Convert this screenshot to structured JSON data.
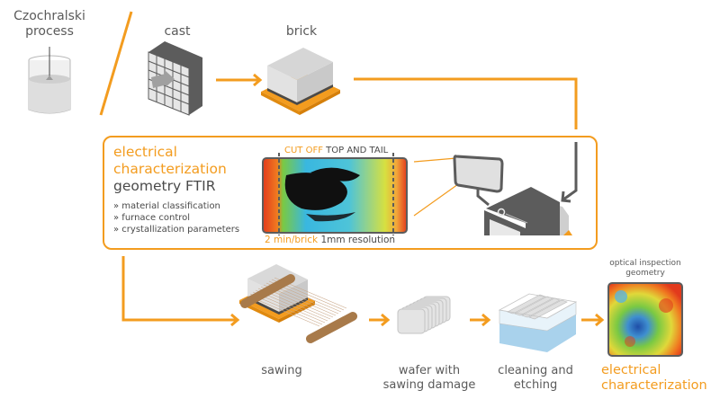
{
  "diagram_title": "",
  "colors": {
    "accent": "#f39c1f",
    "text_gray": "#5a5a5a",
    "dark_gray": "#5c5c5c",
    "light_gray": "#dcdcdc",
    "wood": "#a87a4a",
    "water": "#a9d2ec"
  },
  "stages": {
    "czochralski": {
      "line1": "Czochralski",
      "line2": "process",
      "icon": "crucible-icon"
    },
    "cast": {
      "label": "cast",
      "icon": "cast-block-icon"
    },
    "brick": {
      "label": "brick",
      "icon": "brick-icon"
    },
    "sawing": {
      "label": "sawing",
      "icon": "wire-saw-icon"
    },
    "wafer": {
      "line1": "wafer with",
      "line2": "sawing damage",
      "icon": "wafer-stack-icon"
    },
    "cleaning": {
      "line1": "cleaning and",
      "line2": "etching",
      "icon": "etching-bath-icon"
    },
    "final": {
      "caption_line1": "optical inspection",
      "caption_line2": "geometry",
      "line1": "electrical",
      "line2": "characterization",
      "icon": "wafer-map-icon"
    }
  },
  "inspection_box": {
    "title_line1": "electrical",
    "title_line2": "characterization",
    "title_line3": "geometry FTIR",
    "bullets": [
      "» material classification",
      "» furnace control",
      "» crystallization parameters"
    ],
    "scan_header_highlight": "CUT OFF",
    "scan_header_rest": "TOP AND TAIL",
    "scan_footer_highlight": "2 min/brick",
    "scan_footer_rest": "1mm resolution",
    "scan_icon": "brick-scan-map-icon",
    "device_icon": "inspection-device-icon"
  }
}
